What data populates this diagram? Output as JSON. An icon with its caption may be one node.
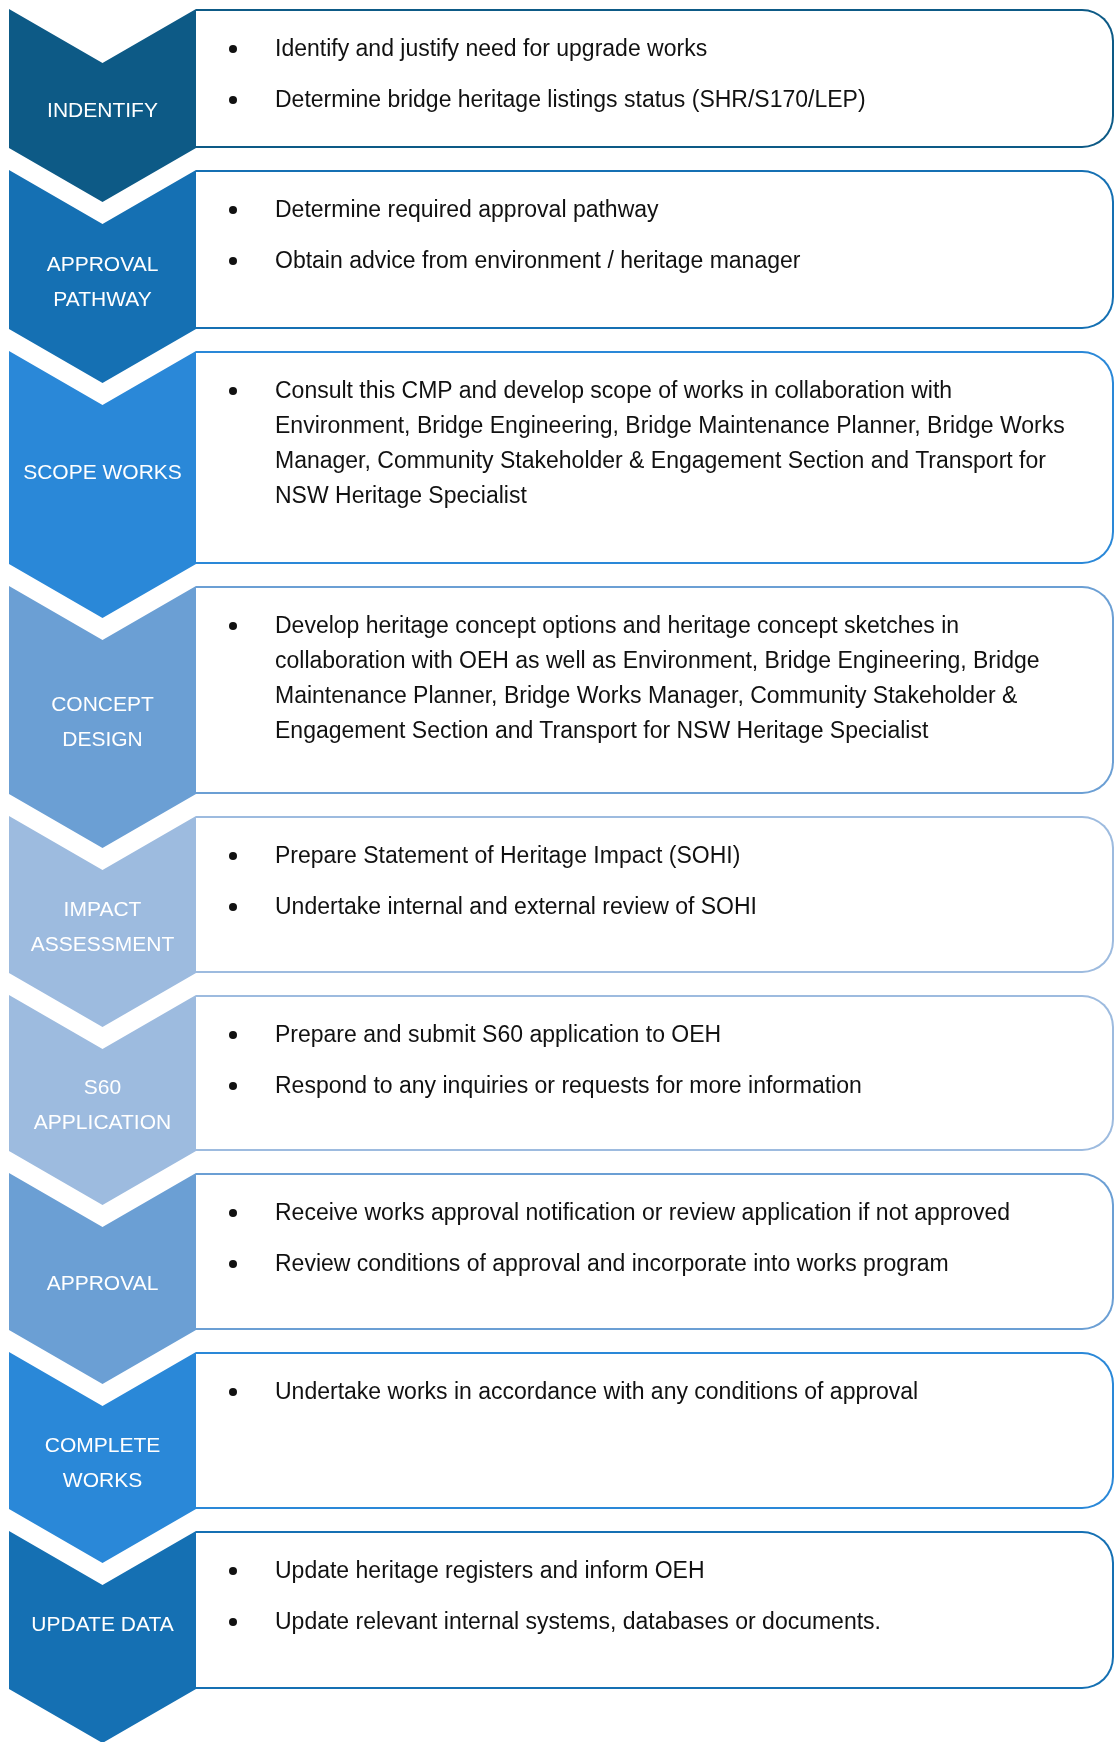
{
  "diagram": {
    "nodes": [
      {
        "text": [
          "INDENTIFY"
        ]
      },
      {
        "text": [
          "Identify and justify need for upgrade works",
          "Determine bridge heritage listings status (SHR/S170/LEP)"
        ]
      },
      {
        "text": [
          "APPROVAL PATHWAY"
        ]
      },
      {
        "text": [
          "Determine required approval pathway",
          "Obtain advice from environment / heritage manager"
        ]
      },
      {
        "text": [
          "SCOPE WORKS"
        ]
      },
      {
        "text": [
          "Consult this CMP and develop scope of works in collaboration with Environment, Bridge Engineering, Bridge Maintenance Planner, Bridge Works Manager, Community Stakeholder & Engagement Section and Transport for NSW Heritage Specialist"
        ]
      },
      {
        "text": [
          "CONCEPT DESIGN"
        ]
      },
      {
        "text": [
          "Develop heritage concept options and heritage concept sketches in collaboration with OEH as well as Environment, Bridge Engineering, Bridge Maintenance Planner, Bridge Works Manager, Community Stakeholder & Engagement Section and Transport for NSW Heritage Specialist"
        ]
      },
      {
        "text": [
          "IMPACT ASSESSMENT"
        ]
      },
      {
        "text": [
          "Prepare Statement of Heritage Impact (SOHI)",
          "Undertake internal and external review of SOHI"
        ]
      },
      {
        "text": [
          "S60 APPLICATION"
        ]
      },
      {
        "text": [
          "Prepare and submit S60 application to OEH",
          "Respond to any inquiries or requests for more information"
        ]
      },
      {
        "text": [
          "APPROVAL"
        ]
      },
      {
        "text": [
          "Receive works approval notification or review application if not approved",
          "Review conditions of approval and incorporate into works program"
        ]
      },
      {
        "text": [
          "COMPLETE WORKS"
        ]
      },
      {
        "text": [
          "Undertake works in accordance with any conditions of approval"
        ]
      },
      {
        "text": [
          "UPDATE DATA"
        ]
      },
      {
        "text": [
          "Update heritage registers and inform OEH",
          "Update relevant internal systems, databases or documents."
        ]
      }
    ]
  }
}
